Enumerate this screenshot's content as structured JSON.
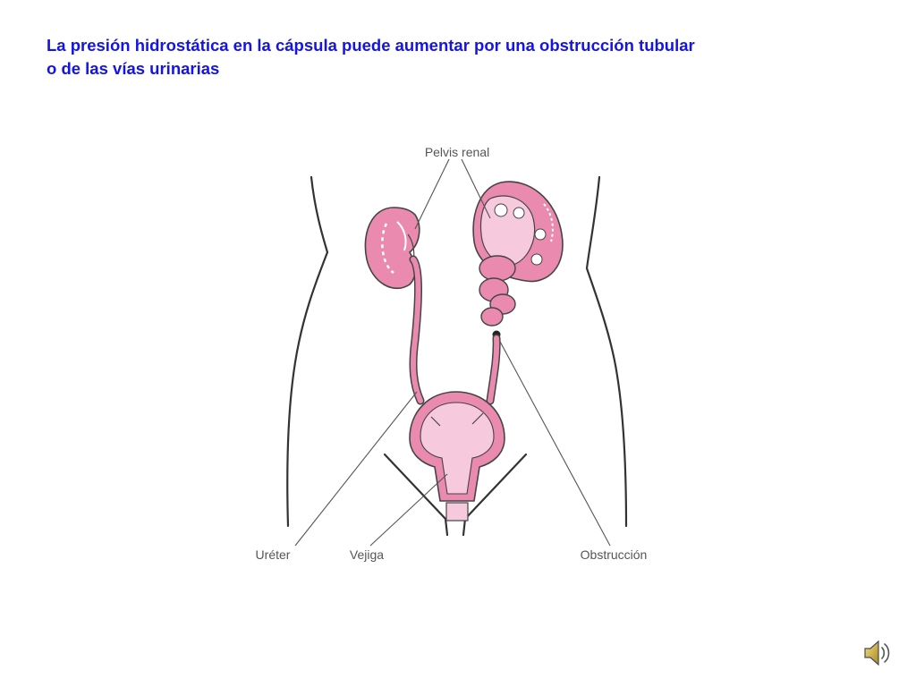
{
  "slide": {
    "title_line1": "La presión hidrostática en la cápsula puede aumentar por una obstrucción tubular",
    "title_line2": "o de las vías urinarias"
  },
  "diagram": {
    "labels": {
      "pelvis": "Pelvis renal",
      "ureter": "Uréter",
      "vejiga": "Vejiga",
      "obstruccion": "Obstrucción"
    }
  },
  "colors": {
    "title": "#1414e6",
    "organ": "#e98aae",
    "organ_light": "#f7c9dc",
    "outline": "#444444"
  },
  "icons": {
    "sound": "speaker-icon"
  }
}
